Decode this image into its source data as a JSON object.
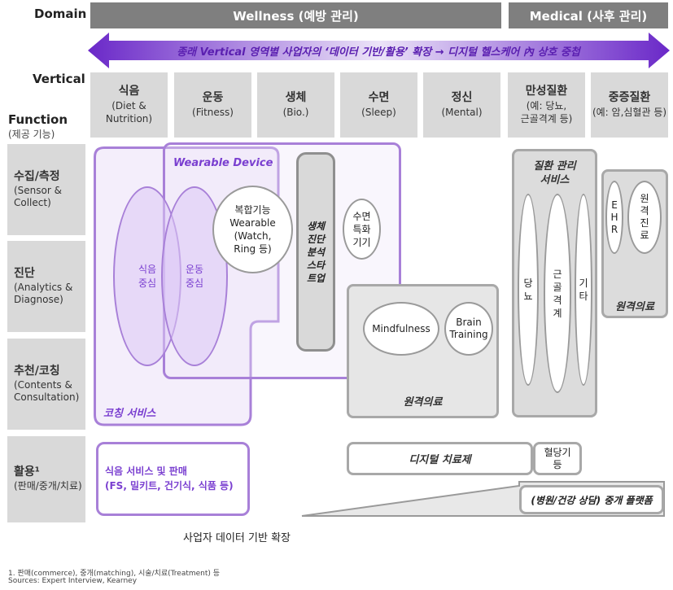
{
  "header": {
    "domain_label": "Domain",
    "vertical_label": "Vertical",
    "function_label": "Function",
    "function_sub": "(제공 기능)"
  },
  "domains": {
    "wellness": "Wellness (예방 관리)",
    "medical": "Medical (사후 관리)"
  },
  "banner": "종래 Vertical 영역별 사업자의 ‘데이터 기반/활용’ 확장 → 디지털 헬스케어 內 상호 중첩",
  "verticals": [
    {
      "name": "식음",
      "sub": "(Diet &\nNutrition)"
    },
    {
      "name": "운동",
      "sub": "(Fitness)"
    },
    {
      "name": "생체",
      "sub": "(Bio.)"
    },
    {
      "name": "수면",
      "sub": "(Sleep)"
    },
    {
      "name": "정신",
      "sub": "(Mental)"
    },
    {
      "name": "만성질환",
      "sub": "(예: 당뇨,\n근골격계 등)"
    },
    {
      "name": "중증질환",
      "sub": "(예: 암,심혈관 등)"
    }
  ],
  "functions": [
    {
      "name": "수집/측정",
      "sub": "(Sensor &\nCollect)"
    },
    {
      "name": "진단",
      "sub": "(Analytics &\nDiagnose)"
    },
    {
      "name": "추천/코칭",
      "sub": "(Contents &\nConsultation)"
    },
    {
      "name": "활용¹",
      "sub": "(판매/중개/치료)"
    }
  ],
  "diagram": {
    "wearable_title": "Wearable Device",
    "diet_focus": "식음\n중심",
    "exercise_focus": "운동\n중심",
    "wearable_combo": "복합기능\nWearable\n(Watch,\nRing 등)",
    "bio_startup": "생체\n진단\n분석\n스타\n트업",
    "sleep_device": "수면\n특화\n기기",
    "coaching_service": "코칭 서비스",
    "mindfulness": "Mindfulness",
    "brain_training": "Brain\nTraining",
    "remote_care_1": "원격의료",
    "disease_mgmt": "질환 관리\n서비스",
    "diabetes": "당\n뇨",
    "musculoskeletal": "근\n골\n격\n계",
    "other": "기\n타",
    "ehr": "E\nH\nR",
    "telemedicine": "원\n격\n진\n료",
    "remote_care_2": "원격의료",
    "food_service": "식음 서비스 및 판매\n(FS, 밀키트, 건기식, 식품 등)",
    "digital_therapeutics": "디지털 치료제",
    "glucose_meter": "혈당기\n등",
    "brokerage_platform": "(병원/건강 상담) 중개 플랫폼",
    "data_expansion": "사업자 데이터 기반 확장"
  },
  "footnotes": {
    "note": "1. 판매(commerce), 중개(matching), 시술/치료(Treatment) 등",
    "sources": "Sources: Expert Interview, Kearney"
  },
  "colors": {
    "purple": "#a880d8",
    "purple_text": "#7a3fd0",
    "gray_bar": "#7f7f7f",
    "cell_gray": "#d9d9d9"
  }
}
